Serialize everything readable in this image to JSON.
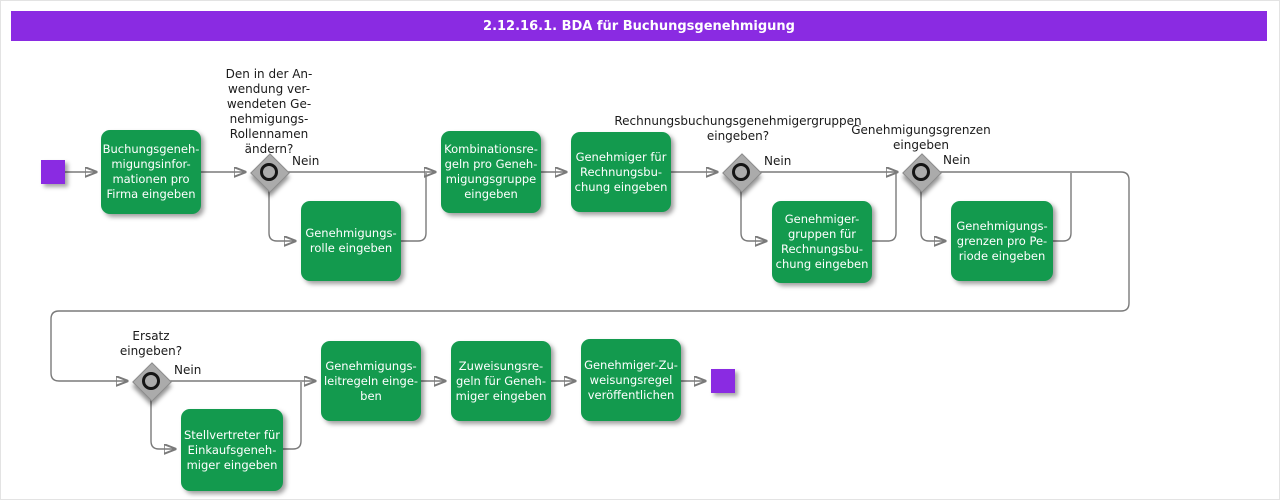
{
  "title_bar": {
    "text": "2.12.16.1. BDA für Buchungsgenehmigung"
  },
  "colors": {
    "title_bar_purple": "#8A2BE2",
    "event_purple": "#8A2BE2",
    "task_green": "#139A4E",
    "gateway_gray": "#ABABAB",
    "connector_gray": "#7A7A7A",
    "task_text": "#FFFFFF",
    "label_text": "#1A1A1A"
  },
  "tasks": [
    {
      "label": "Buchungsgeneh-\nmigungsinfor-\nmationen pro\nFirma eingeben"
    },
    {
      "label": "Genehmigungs-\nrolle eingeben"
    },
    {
      "label": "Kombinationsre-\ngeln pro Geneh-\nmigungsgruppe\neingeben"
    },
    {
      "label": "Genehmiger für\nRechnungsbu-\nchung eingeben"
    },
    {
      "label": "Genehmiger-\ngruppen für\nRechnungsbu-\nchung eingeben"
    },
    {
      "label": "Genehmigungs-\ngrenzen pro Pe-\nriode eingeben"
    },
    {
      "label": "Stellvertreter für\nEinkaufsgeneh-\nmiger eingeben"
    },
    {
      "label": "Genehmigungs-\nleitregeln einge-\nben"
    },
    {
      "label": "Zuweisungsre-\ngeln für Geneh-\nmiger eingeben"
    },
    {
      "label": "Genehmiger-Zu-\nweisungsregel\nveröffentlichen"
    }
  ],
  "decisions": [
    {
      "question": "Den in der An-\nwendung ver-\nwendeten Ge-\nnehmigungs-\nRollennamen\nändern?",
      "no_label": "Nein"
    },
    {
      "question": "Rechnungsbuchungsgenehmigergruppen\neingeben?",
      "no_label": "Nein"
    },
    {
      "question": "Genehmigungsgrenzen\neingeben",
      "no_label": "Nein"
    },
    {
      "question": "Ersatz\neingeben?",
      "no_label": "Nein"
    }
  ]
}
